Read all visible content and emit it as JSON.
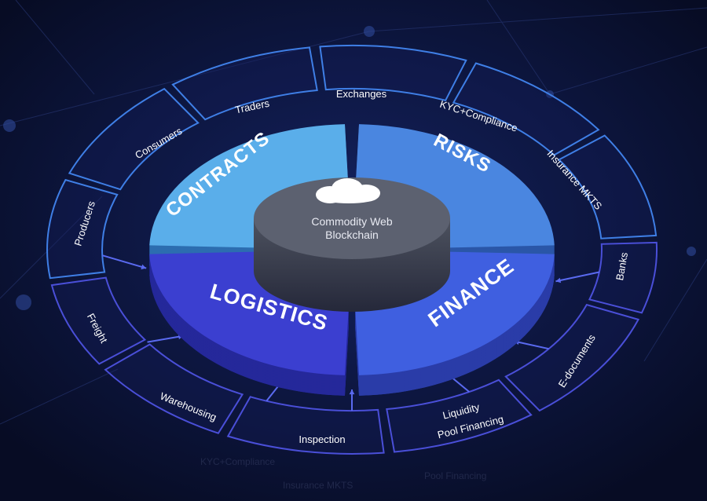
{
  "center": {
    "line1": "Commodity Web",
    "line2": "Blockchain",
    "icon": "cloud-icon"
  },
  "segments": {
    "contracts": {
      "label": "CONTRACTS",
      "color": "#5aaeea"
    },
    "risks": {
      "label": "RISKS",
      "color": "#4a86e0"
    },
    "finance": {
      "label": "FINANCE",
      "color": "#3f5fe0"
    },
    "logistics": {
      "label": "LOGISTICS",
      "color": "#3b3fd0"
    }
  },
  "outer": {
    "producers": "Producers",
    "consumers": "Consumers",
    "traders": "Traders",
    "exchanges": "Exchanges",
    "kyc": "KYC+Compliance",
    "insurance": "Insurance MKTS",
    "banks": "Banks",
    "edocs": "E-documents",
    "liquidity_1": "Liquidity",
    "liquidity_2": "Pool Financing",
    "inspection": "Inspection",
    "warehousing": "Warehousing",
    "freight": "Freight"
  },
  "colors": {
    "background": "#0a1030",
    "outline_blue": "#3f7fe6",
    "outline_indigo": "#4a4fd8",
    "hub": "#5a5f6e"
  }
}
